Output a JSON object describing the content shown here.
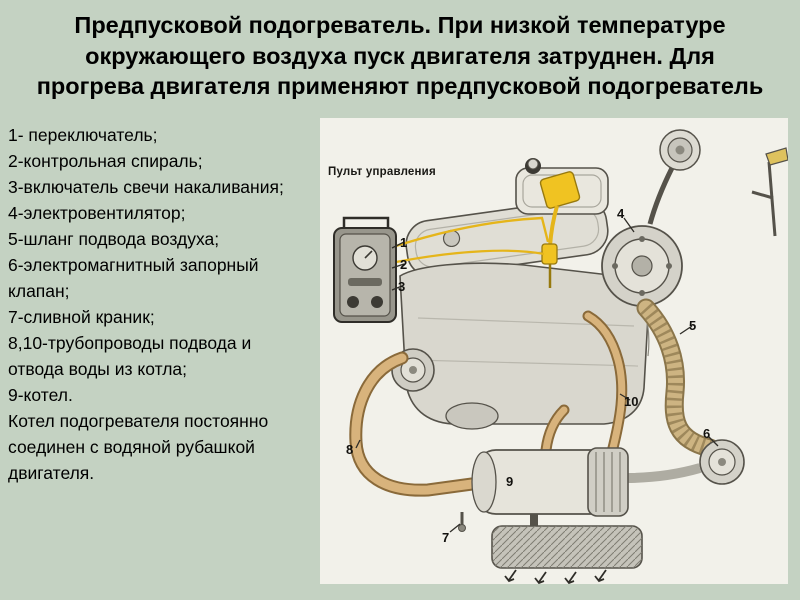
{
  "slide": {
    "title_lines": [
      "Предпусковой подогреватель. При низкой температуре",
      "окружающего воздуха пуск двигателя затруднен. Для",
      "прогрева двигателя применяют предпусковой подогреватель"
    ]
  },
  "legend": {
    "items": [
      "1- переключатель;",
      "2-контрольная спираль;",
      "3-включатель свечи накаливания;",
      "4-электровентилятор;",
      "5-шланг подвода воздуха;",
      "6-электромагнитный запорный клапан;",
      "7-сливной краник;",
      "8,10-трубопроводы подвода и отвода воды из котла;",
      "9-котел.",
      "Котел подогревателя постоянно соединен с водяной рубашкой двигателя."
    ]
  },
  "figure": {
    "panel_label": "Пульт управления",
    "callouts": [
      {
        "label": "1"
      },
      {
        "label": "2"
      },
      {
        "label": "3"
      },
      {
        "label": "4"
      },
      {
        "label": "5"
      },
      {
        "label": "6"
      },
      {
        "label": "7"
      },
      {
        "label": "8"
      },
      {
        "label": "9"
      },
      {
        "label": "10"
      }
    ]
  },
  "colors": {
    "background": "#c4d2c2",
    "figure_background": "#f2f1ea",
    "highlight_yellow": "#f0c322",
    "hose_tan": "#d8b37c",
    "text": "#000000"
  }
}
